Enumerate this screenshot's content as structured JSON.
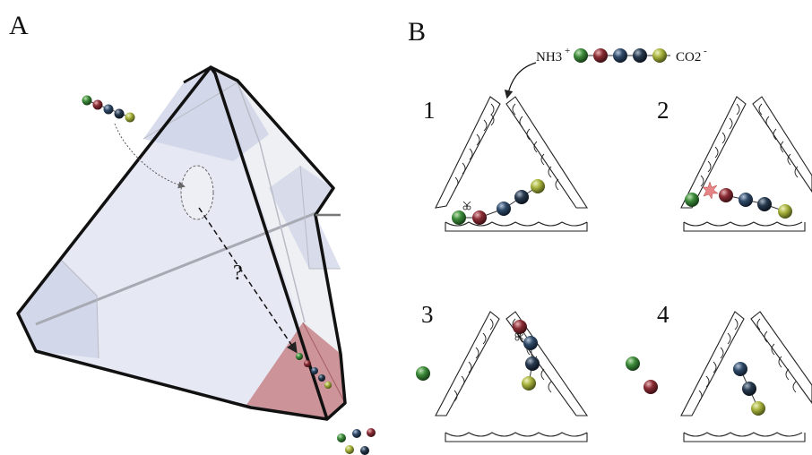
{
  "panels": {
    "a_label": "A",
    "b_label": "B"
  },
  "panel_a": {
    "question_mark": "?"
  },
  "panel_b": {
    "peptide_n_terminus": "NH3",
    "n_terminus_charge": "+",
    "peptide_c_terminus": "CO2",
    "c_terminus_charge": "-",
    "steps": [
      "1",
      "2",
      "3",
      "4"
    ]
  },
  "colors": {
    "green": "#3c8a3a",
    "red": "#8a2c34",
    "blue": "#2f4a68",
    "navy": "#26384d",
    "yellow": "#a8b23c",
    "cleavage_chamber": "#c98a8f",
    "chamber_face": "#e6e8f4",
    "active_site": "#e58585"
  },
  "icons": [
    "scissors-icon",
    "spark-icon"
  ]
}
